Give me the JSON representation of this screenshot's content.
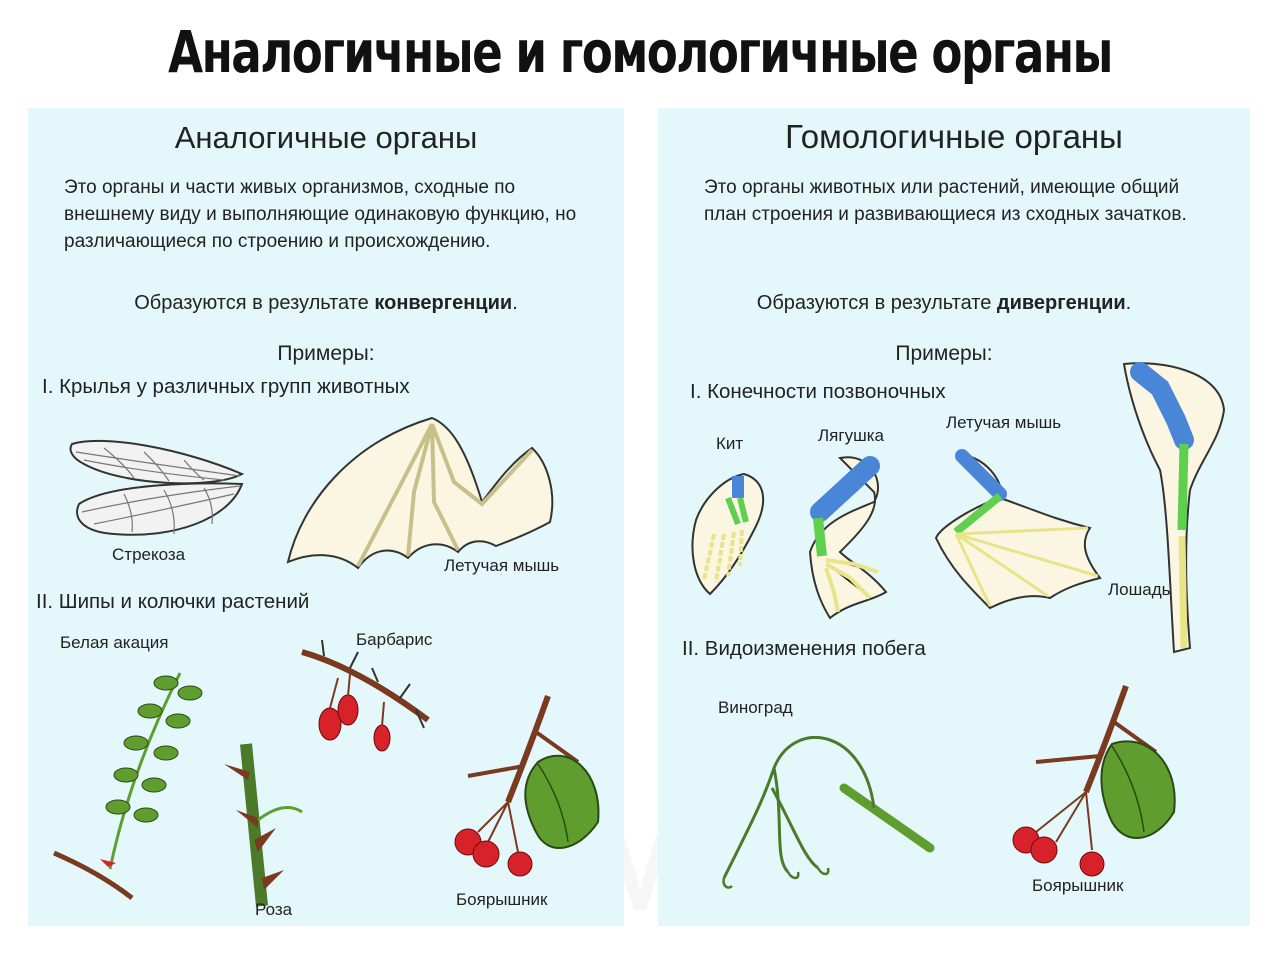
{
  "page_title": "Аналогичные и гомологичные органы",
  "watermark": "VK.COM/BIOVK",
  "analogous": {
    "title": "Аналогичные органы",
    "definition": "Это органы и части живых организмов, сходные по внешнему виду и выполняющие одинаковую функцию, но различающиеся по строению и происхождению.",
    "result_prefix": "Образуются в результате ",
    "result_term": "конвергенции",
    "result_suffix": ".",
    "examples_heading": "Примеры:",
    "section1": "I. Крылья у различных групп животных",
    "section2": "II. Шипы и колючки растений",
    "labels": {
      "dragonfly": "Стрекоза",
      "bat": "Летучая мышь",
      "acacia": "Белая акация",
      "barberry": "Барбарис",
      "rose": "Роза",
      "hawthorn": "Боярышник"
    }
  },
  "homologous": {
    "title": "Гомологичные органы",
    "definition": "Это органы животных или растений, имеющие общий план строения и развивающиеся из сходных зачатков.",
    "result_prefix": "Образуются в результате ",
    "result_term": "дивергенции",
    "result_suffix": ".",
    "examples_heading": "Примеры:",
    "section1": "I. Конечности позвоночных",
    "section2": "II. Видоизменения побега",
    "labels": {
      "whale": "Кит",
      "frog": "Лягушка",
      "bat": "Летучая мышь",
      "horse": "Лошадь",
      "grape": "Виноград",
      "hawthorn": "Боярышник"
    }
  },
  "colors": {
    "panel_bg": "#e4f8fc",
    "humerus": "#4a86d8",
    "forearm": "#5fcf4f",
    "hand": "#e8e48a",
    "leaf": "#5f9e2e",
    "berry": "#d8222a",
    "stem": "#7a3a20"
  }
}
